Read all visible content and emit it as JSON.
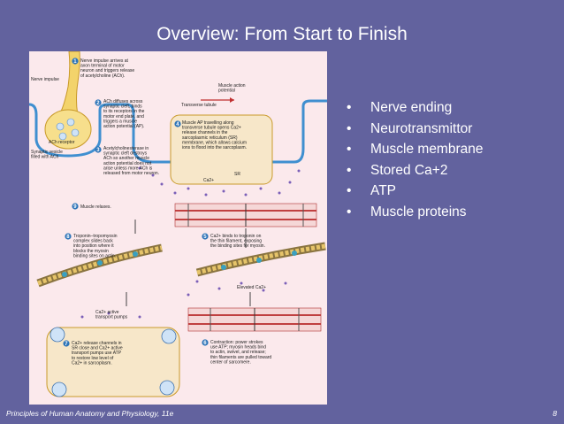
{
  "slide": {
    "title": "Overview: From Start to Finish",
    "bullets": [
      "Nerve ending",
      "Neurotransmittor",
      "Muscle membrane",
      "Stored Ca+2",
      "ATP",
      "Muscle proteins"
    ],
    "footer_left": "Principles of Human Anatomy and Physiology, 11e",
    "page_number": "8"
  },
  "figure": {
    "labels": {
      "nerve_impulse": "Nerve impulse",
      "step1": [
        "Nerve impulse arrives at",
        "axon terminal of motor",
        "neuron and triggers release",
        "of acetylcholine (ACh)."
      ],
      "muscle_ap": [
        "Muscle action",
        "potential"
      ],
      "transverse_tubule": "Transverse tubule",
      "step2": [
        "ACh diffuses across",
        "synaptic cleft, binds",
        "to its receptors in the",
        "motor end plate, and",
        "triggers a muscle",
        "action potential (AP)."
      ],
      "step4": [
        "Muscle AP travelling along",
        "transverse tubule opens Ca2+",
        "release channels in the",
        "sarcoplasmic reticulum (SR)",
        "membrane, which allows calcium",
        "ions to flood into the sarcoplasm."
      ],
      "ach_receptor": "ACh receptor",
      "synaptic_vesicle": [
        "Synaptic vesicle",
        "filled with ACh"
      ],
      "step3": [
        "Acetylcholinesterase in",
        "synaptic cleft destroys",
        "ACh so another muscle",
        "action potential does not",
        "arise unless more ACh is",
        "released from motor neuron."
      ],
      "sr": "SR",
      "ca": "Ca2+",
      "step9": "Muscle relaxes.",
      "step5": [
        "Ca2+ binds to troponin on",
        "the thin filament, exposing",
        "the binding sites for myosin."
      ],
      "step8": [
        "Troponin–tropomyosin",
        "complex slides back",
        "into position where it",
        "blocks the myosin",
        "binding sites on actin."
      ],
      "elevated_ca": "Elevated Ca2+",
      "ca_pumps": [
        "Ca2+ active",
        "transport pumps"
      ],
      "step6": [
        "Contraction: power strokes",
        "use ATP; myosin heads bind",
        "to actin, swivel, and release;",
        "thin filaments are pulled toward",
        "center of sarcomere."
      ],
      "step7": [
        "Ca2+ release channels in",
        "SR close and Ca2+ active",
        "transport pumps use ATP",
        "to restore low level of",
        "Ca2+ in sarcoplasm."
      ],
      "step_numbers": [
        "1",
        "2",
        "3",
        "4",
        "5",
        "6",
        "7",
        "8",
        "9"
      ]
    }
  }
}
